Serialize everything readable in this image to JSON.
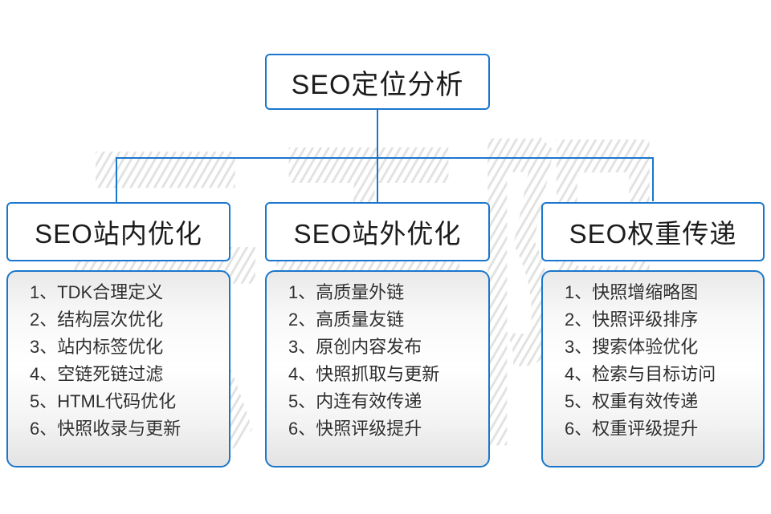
{
  "diagram": {
    "root_title": "SEO定位分析",
    "watermark_text": "云无限",
    "colors": {
      "line": "#1a77cc",
      "text": "#1c1c1c",
      "watermark": "#e2e2e2"
    },
    "columns": [
      {
        "title": "SEO站内优化",
        "items": [
          "1、TDK合理定义",
          "2、结构层次优化",
          "3、站内标签优化",
          "4、空链死链过滤",
          "5、HTML代码优化",
          "6、快照收录与更新"
        ]
      },
      {
        "title": "SEO站外优化",
        "items": [
          "1、高质量外链",
          "2、高质量友链",
          "3、原创内容发布",
          "4、快照抓取与更新",
          "5、内连有效传递",
          "6、快照评级提升"
        ]
      },
      {
        "title": "SEO权重传递",
        "items": [
          "1、快照增缩略图",
          "2、快照评级排序",
          "3、搜索体验优化",
          "4、检索与目标访问",
          "5、权重有效传递",
          "6、权重评级提升"
        ]
      }
    ]
  }
}
